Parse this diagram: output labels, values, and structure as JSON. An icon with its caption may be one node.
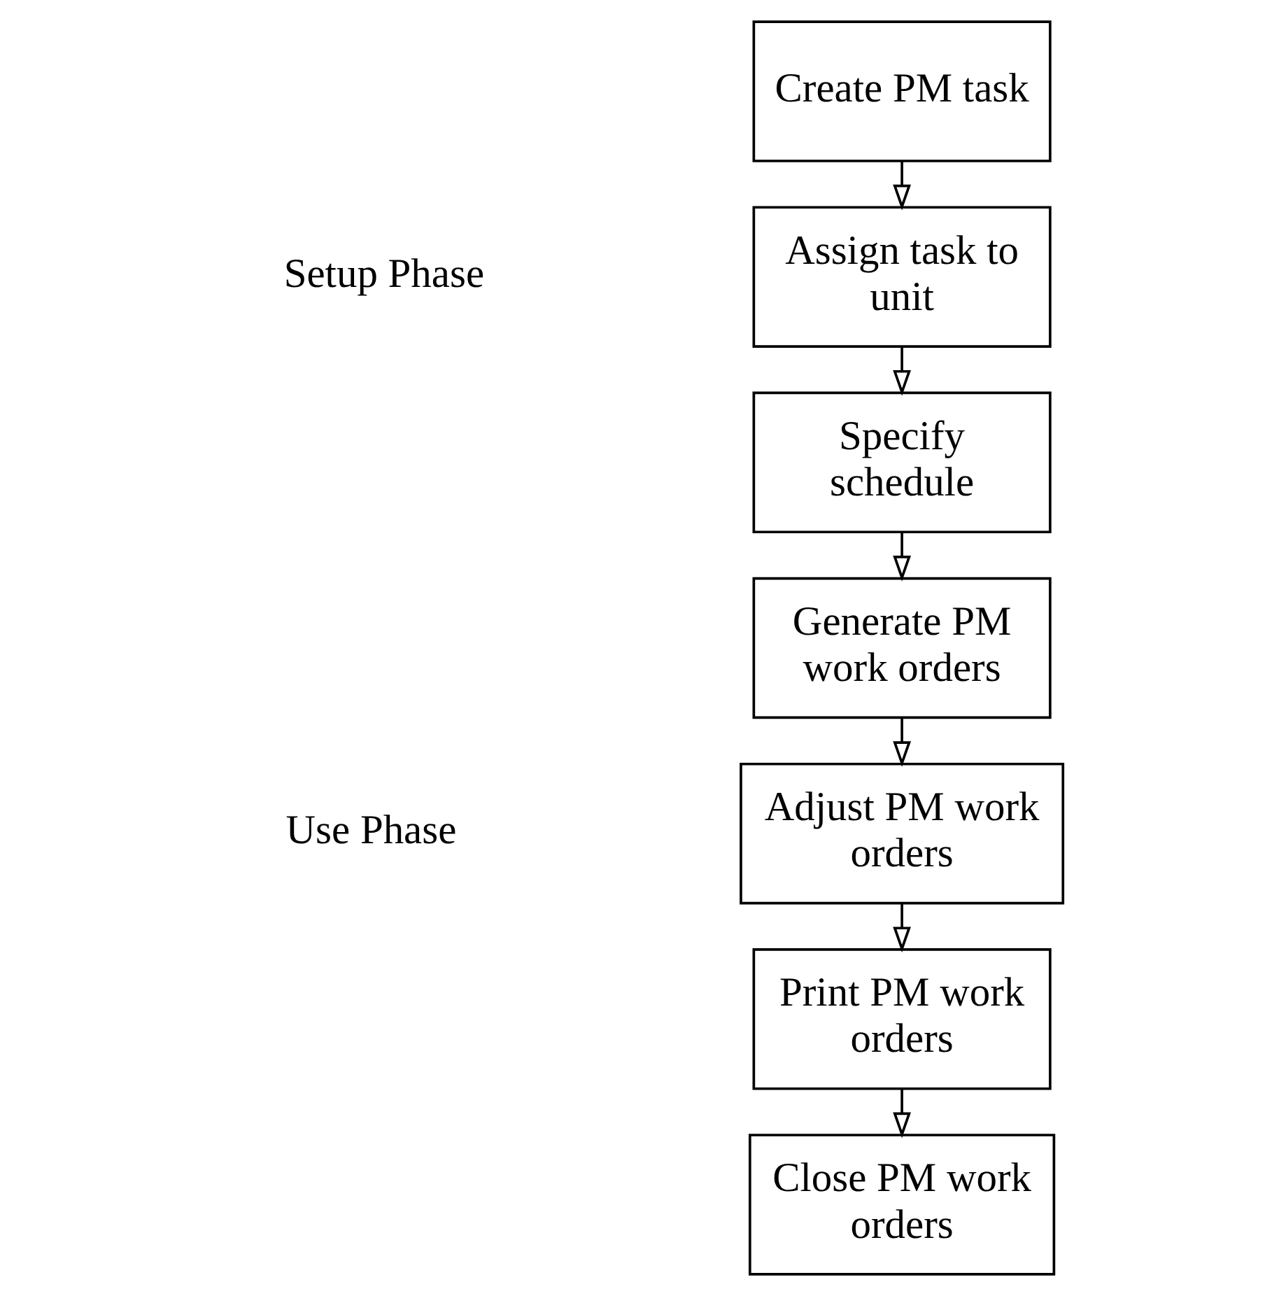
{
  "diagram": {
    "nodes": [
      {
        "text": [
          "Create PM task"
        ]
      },
      {
        "text": [
          "Assign task to unit"
        ]
      },
      {
        "text": [
          "Specify schedule"
        ]
      },
      {
        "text": [
          "Generate PM work orders"
        ]
      },
      {
        "text": [
          "Adjust PM work orders"
        ]
      },
      {
        "text": [
          "Print PM work orders"
        ]
      },
      {
        "text": [
          "Close PM work orders"
        ]
      }
    ],
    "edges": [
      {
        "from": 0,
        "to": 1,
        "arrow": "to"
      },
      {
        "from": 1,
        "to": 2,
        "arrow": "to"
      },
      {
        "from": 2,
        "to": 3,
        "arrow": "to"
      },
      {
        "from": 3,
        "to": 4,
        "arrow": "to"
      },
      {
        "from": 4,
        "to": 5,
        "arrow": "to"
      },
      {
        "from": 5,
        "to": 6,
        "arrow": "to"
      }
    ],
    "labels": [
      "Setup Phase",
      "Use Phase"
    ]
  }
}
